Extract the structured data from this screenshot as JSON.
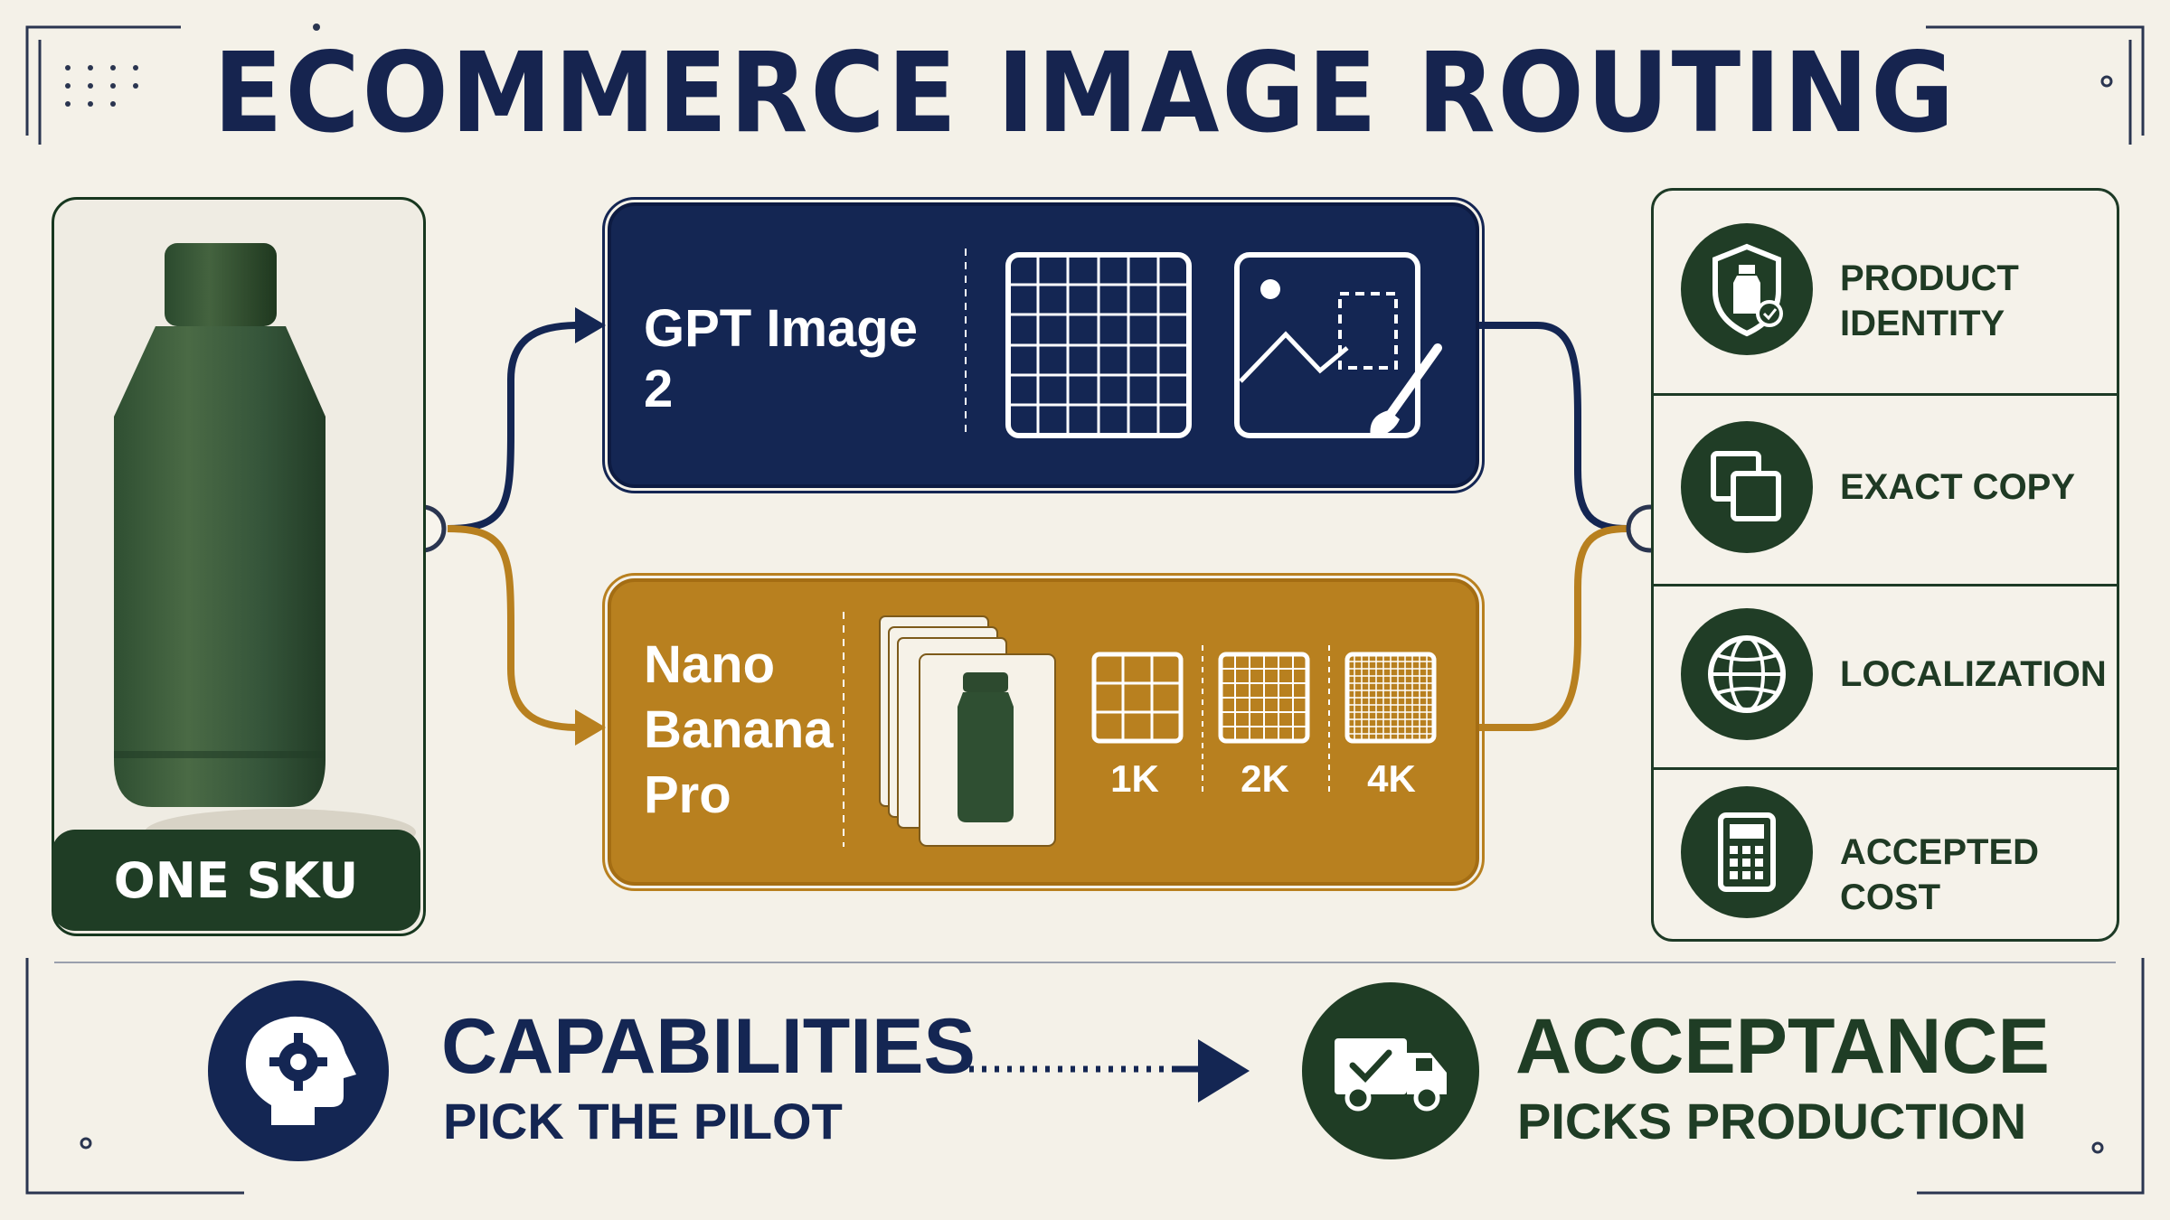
{
  "title": "ECOMMERCE IMAGE ROUTING",
  "input": {
    "label": "ONE SKU"
  },
  "routes": [
    {
      "name": "GPT Image 2"
    },
    {
      "name_lines": [
        "Nano",
        "Banana",
        "Pro"
      ],
      "resolutions": [
        "1K",
        "2K",
        "4K"
      ]
    }
  ],
  "requirements": [
    {
      "lines": [
        "PRODUCT",
        "IDENTITY"
      ],
      "icon": "shield-bottle-icon"
    },
    {
      "lines": [
        "EXACT COPY"
      ],
      "icon": "copy-icon"
    },
    {
      "lines": [
        "LOCALIZATION"
      ],
      "icon": "globe-icon"
    },
    {
      "lines": [
        "ACCEPTED COST"
      ],
      "icon": "calculator-icon"
    }
  ],
  "footer": {
    "left": {
      "title": "CAPABILITIES",
      "subtitle": "PICK THE PILOT",
      "icon": "head-gear-icon"
    },
    "right": {
      "title": "ACCEPTANCE",
      "subtitle": "PICKS PRODUCTION",
      "icon": "delivery-truck-icon"
    }
  },
  "colors": {
    "navy": "#142653",
    "gold": "#b8801f",
    "forest": "#1f3d25",
    "background": "#f4f1e8"
  }
}
